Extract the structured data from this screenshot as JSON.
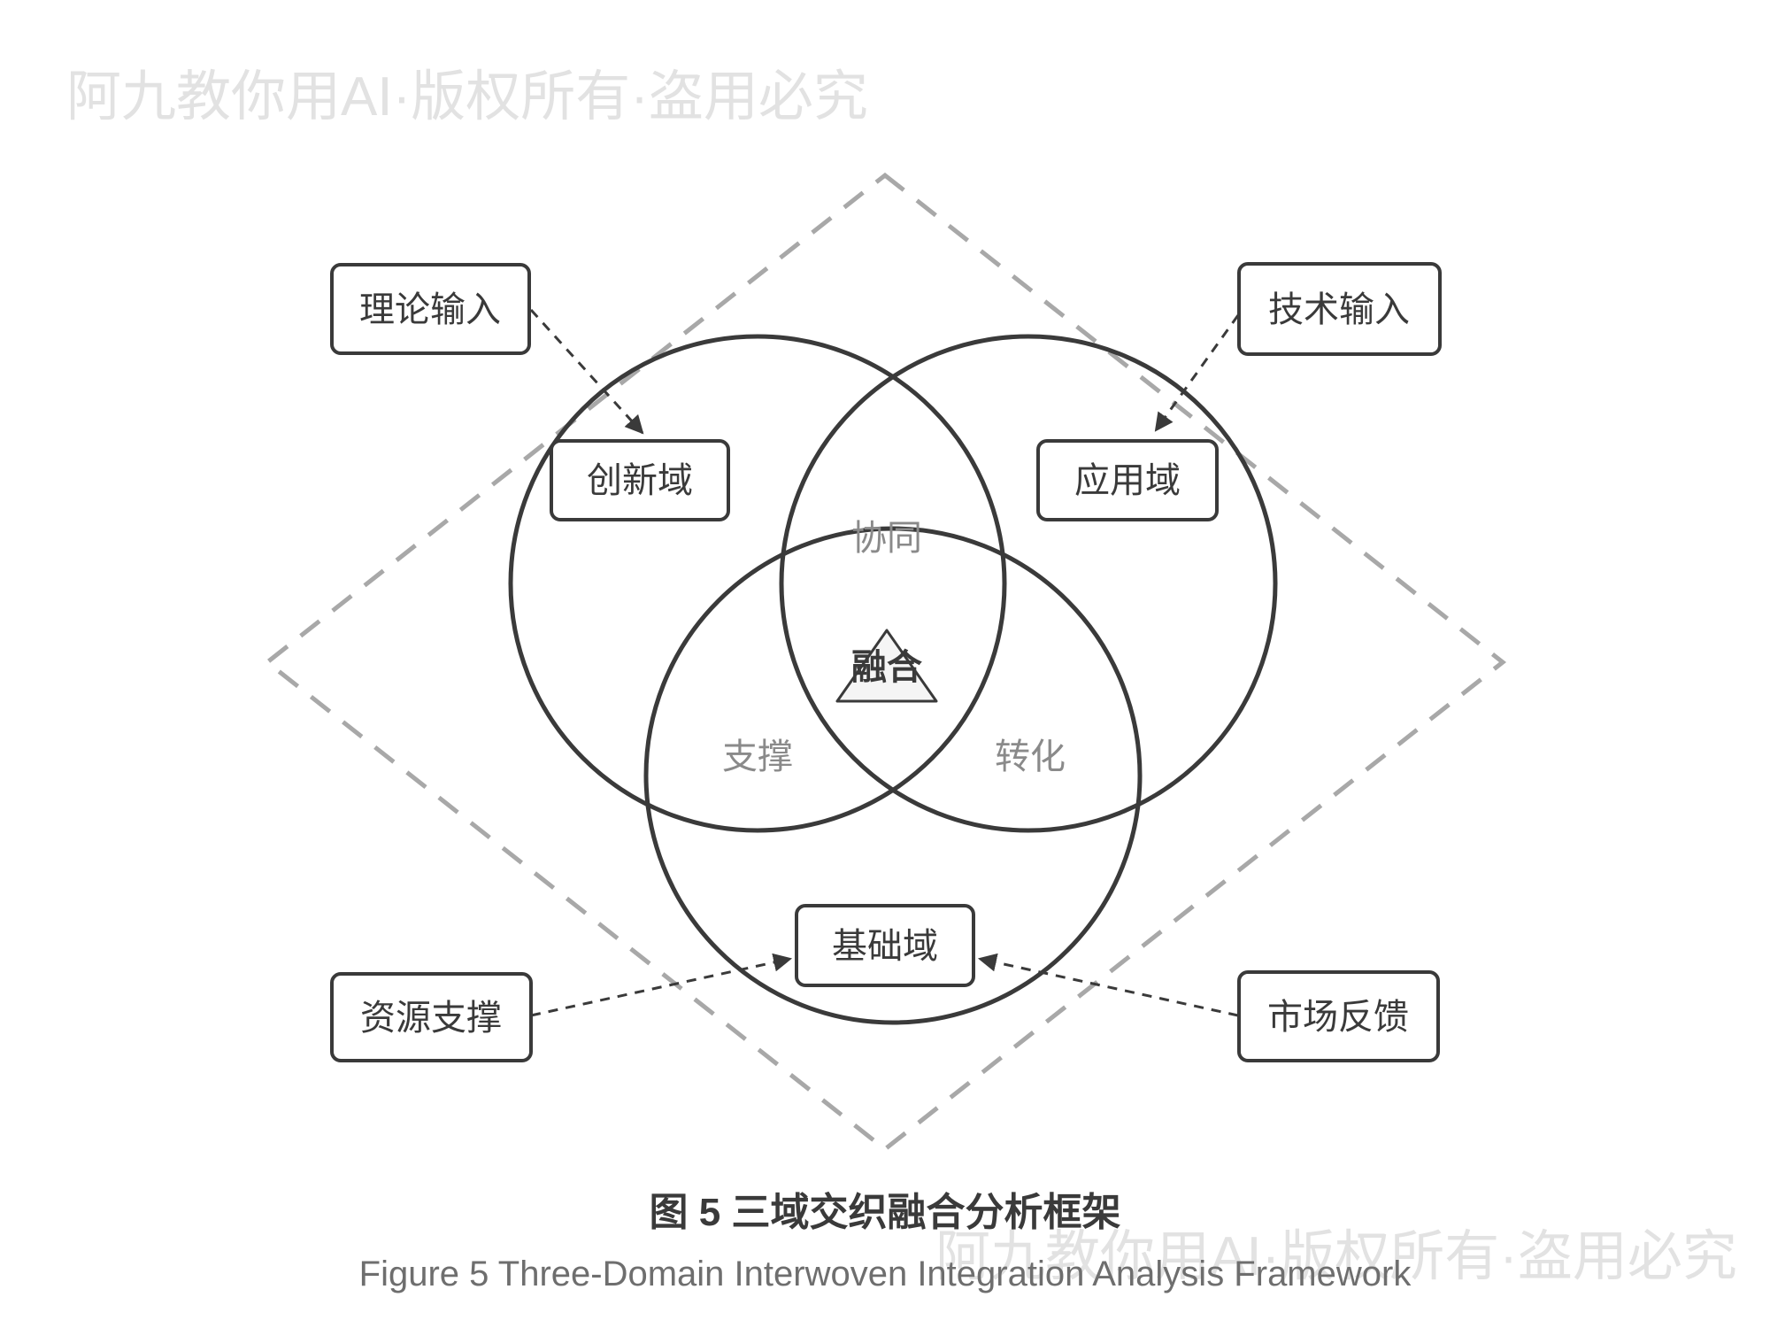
{
  "watermarks": {
    "top_left": "阿九教你用AI·版权所有·盗用必究",
    "bottom_right": "阿九教你用AI·版权所有·盗用必究"
  },
  "diagram": {
    "external_nodes": {
      "theory_input": "理论输入",
      "technology_input": "技术输入",
      "resource_support": "资源支撑",
      "market_feedback": "市场反馈"
    },
    "domain_nodes": {
      "innovation": "创新域",
      "application": "应用域",
      "foundation": "基础域"
    },
    "overlap_labels": {
      "synergy": "协同",
      "support": "支撑",
      "transformation": "转化",
      "fusion": "融合"
    }
  },
  "caption": {
    "line1_zh": "图 5 三域交织融合分析框架",
    "line2_en": "Figure 5 Three-Domain Interwoven Integration Analysis Framework"
  },
  "colors": {
    "background": "#ffffff",
    "stroke_dark": "#3a3a3a",
    "label_gray": "#8a8a8a",
    "caption_gray": "#6e6e6e",
    "diamond_gray": "#a8a8a8",
    "watermark_gray": "#e2e2e2",
    "triangle_fill": "#f5f5f5",
    "node_fill": "#ffffff"
  }
}
